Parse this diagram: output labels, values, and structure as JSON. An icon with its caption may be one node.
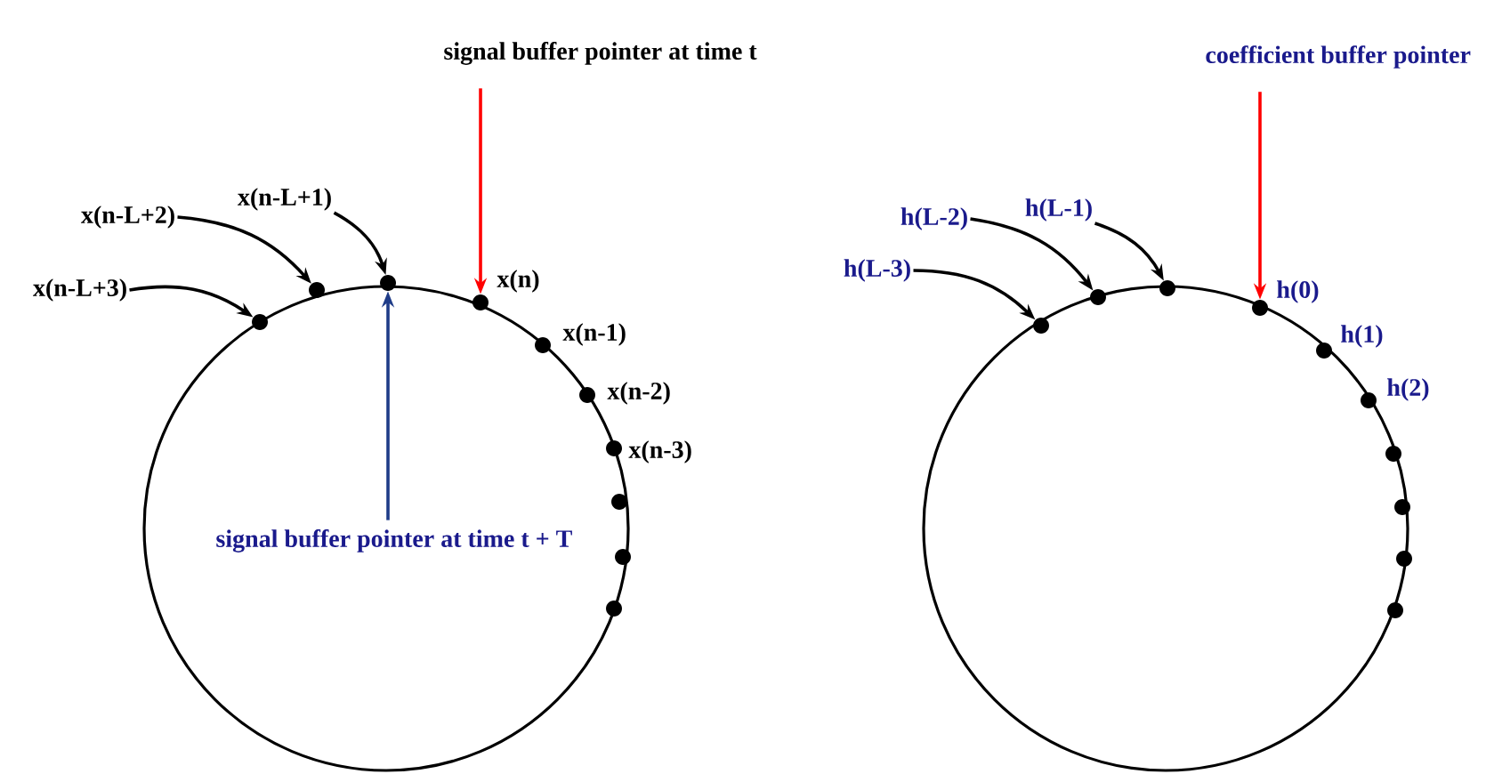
{
  "diagram": {
    "nodes": [
      {
        "text": [
          "signal buffer pointer at time t"
        ]
      },
      {
        "text": [
          "coefficient buffer pointer"
        ]
      },
      {
        "text": [
          "x(n-L+1)"
        ]
      },
      {
        "text": [
          "x(n-L+2)"
        ]
      },
      {
        "text": [
          "h(L-1)"
        ]
      },
      {
        "text": [
          "h(L-2)"
        ]
      },
      {
        "text": [
          "x(n-L+3)"
        ]
      },
      {
        "text": [
          "h(L-3)"
        ]
      },
      {
        "text": [
          "signal buffer pointer at time t + T"
        ]
      },
      {
        "text": [],
        "shape": "circle"
      },
      {
        "text": [],
        "shape": "circle"
      },
      {
        "text": [],
        "shape": "circle"
      },
      {
        "text": [],
        "shape": "circle",
        "beside": [
          "x(n)"
        ]
      },
      {
        "text": [],
        "shape": "circle",
        "beside": [
          "x(n-1)"
        ]
      },
      {
        "text": [],
        "shape": "circle",
        "beside": [
          "x(n-2)"
        ]
      },
      {
        "text": [],
        "shape": "circle",
        "beside": [
          "x(n-3)"
        ]
      },
      {
        "text": [],
        "shape": "circle"
      },
      {
        "text": [],
        "shape": "circle"
      },
      {
        "text": [],
        "shape": "circle"
      },
      {
        "text": [],
        "shape": "circle"
      },
      {
        "text": [],
        "shape": "circle"
      },
      {
        "text": [],
        "shape": "circle"
      },
      {
        "text": [],
        "shape": "circle",
        "beside": [
          "h(0)"
        ]
      },
      {
        "text": [],
        "shape": "circle",
        "beside": [
          "h(1)"
        ]
      },
      {
        "text": [],
        "shape": "circle",
        "beside": [
          "h(2)"
        ]
      },
      {
        "text": [],
        "shape": "circle"
      },
      {
        "text": [],
        "shape": "circle"
      },
      {
        "text": [],
        "shape": "circle"
      },
      {
        "text": [],
        "shape": "circle"
      }
    ],
    "edges": [
      {
        "from": 0,
        "to": 12,
        "arrow": "to",
        "color": "#ff0000"
      },
      {
        "from": 8,
        "to": 11,
        "arrow": "to",
        "color": "#1f3c88"
      },
      {
        "from": 6,
        "to": 9,
        "arrow": "to"
      },
      {
        "from": 3,
        "to": 10,
        "arrow": "to"
      },
      {
        "from": 2,
        "to": 11,
        "arrow": "to"
      },
      {
        "from": 1,
        "to": 22,
        "arrow": "to",
        "color": "#ff0000"
      },
      {
        "from": 7,
        "to": 19,
        "arrow": "to"
      },
      {
        "from": 5,
        "to": 20,
        "arrow": "to"
      },
      {
        "from": 4,
        "to": 21,
        "arrow": "to"
      }
    ]
  }
}
